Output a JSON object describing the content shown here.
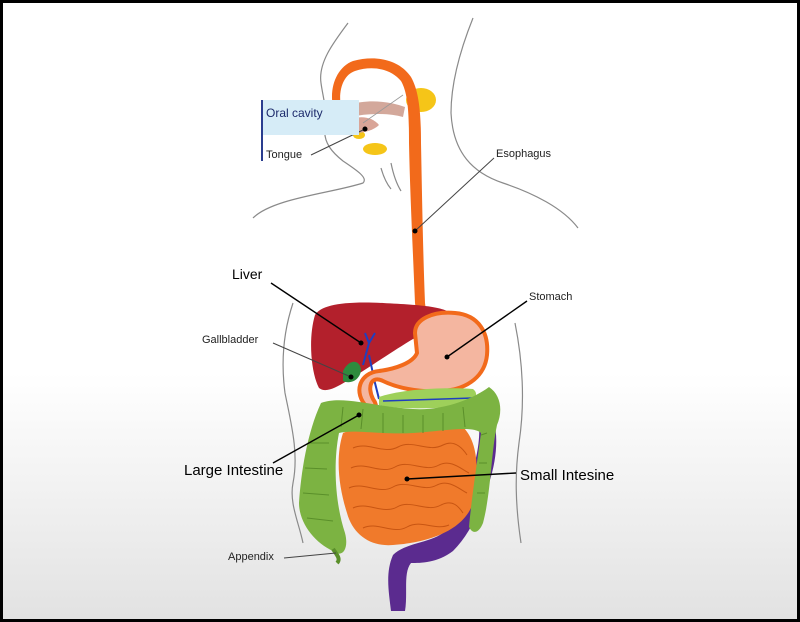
{
  "labels": {
    "oral_cavity": "Oral cavity",
    "tongue": "Tongue",
    "esophagus": "Esophagus",
    "liver": "Liver",
    "stomach": "Stomach",
    "gallbladder": "Gallbladder",
    "large_intestine": "Large Intestine",
    "small_intestine": "Small Intesine",
    "appendix": "Appendix"
  },
  "colors": {
    "esophagus": "#f26a1b",
    "liver": "#b3202c",
    "stomach_fill": "#f4b6a0",
    "gallbladder": "#2e8b3e",
    "large_intestine": "#7cb342",
    "small_intestine": "#f07a2b",
    "rectum": "#5b2b8f",
    "salivary": "#f5c518",
    "oral_box": "#d6ecf7"
  }
}
